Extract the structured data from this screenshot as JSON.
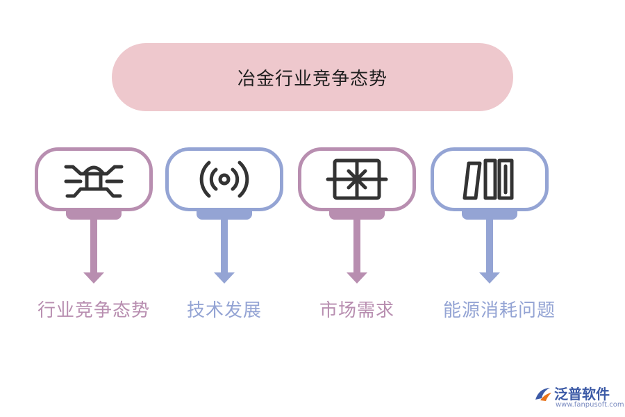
{
  "title": "冶金行业竞争态势",
  "colors": {
    "purple": "#b88eb0",
    "blue": "#94a4d4",
    "title_bg": "#eec8cd",
    "icon": "#333333"
  },
  "items": [
    {
      "label": "行业竞争态势",
      "icon": "bug-icon",
      "color": "purple"
    },
    {
      "label": "技术发展",
      "icon": "broadcast-icon",
      "color": "blue"
    },
    {
      "label": "市场需求",
      "icon": "gift-icon",
      "color": "purple"
    },
    {
      "label": "能源消耗问题",
      "icon": "books-icon",
      "color": "blue"
    }
  ],
  "brand": {
    "name": "泛普软件",
    "url": "www.fanpusoft.com"
  }
}
